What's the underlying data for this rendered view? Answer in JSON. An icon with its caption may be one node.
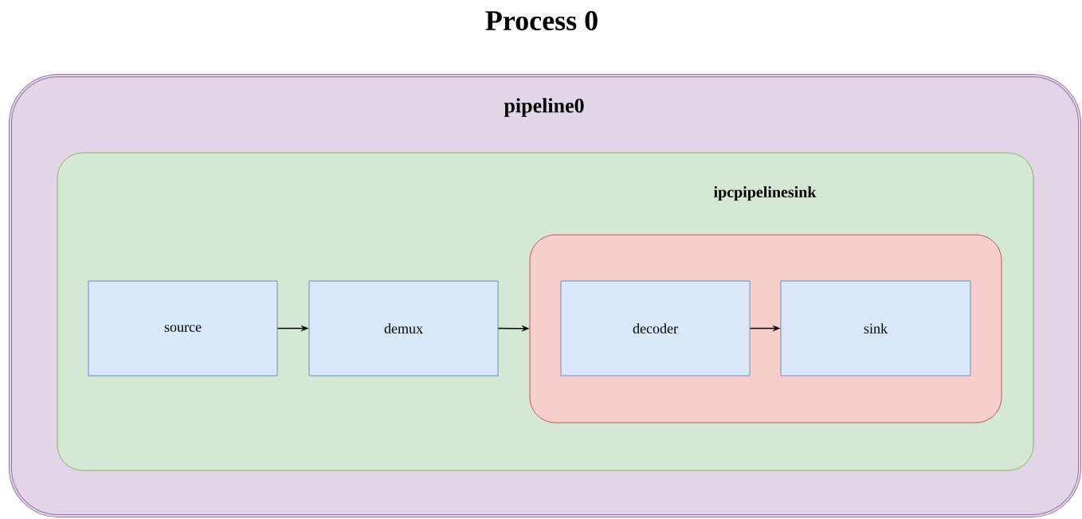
{
  "diagram": {
    "title": "Process 0",
    "nodes": [
      {
        "text": [
          "pipeline0"
        ]
      },
      {
        "text": [],
        "shape": "box",
        "in": 0
      },
      {
        "text": [
          "source"
        ],
        "in": 1
      },
      {
        "text": [
          "demux"
        ],
        "in": 1
      },
      {
        "text": [
          "ipcpipelinesink"
        ],
        "in": 1
      },
      {
        "text": [
          "decoder"
        ],
        "in": 4
      },
      {
        "text": [
          "sink"
        ],
        "in": 4
      }
    ],
    "edges": [
      {
        "from": 2,
        "to": 3,
        "arrow": "to"
      },
      {
        "from": 3,
        "to": 4,
        "arrow": "to"
      },
      {
        "from": 5,
        "to": 6,
        "arrow": "to"
      }
    ]
  }
}
